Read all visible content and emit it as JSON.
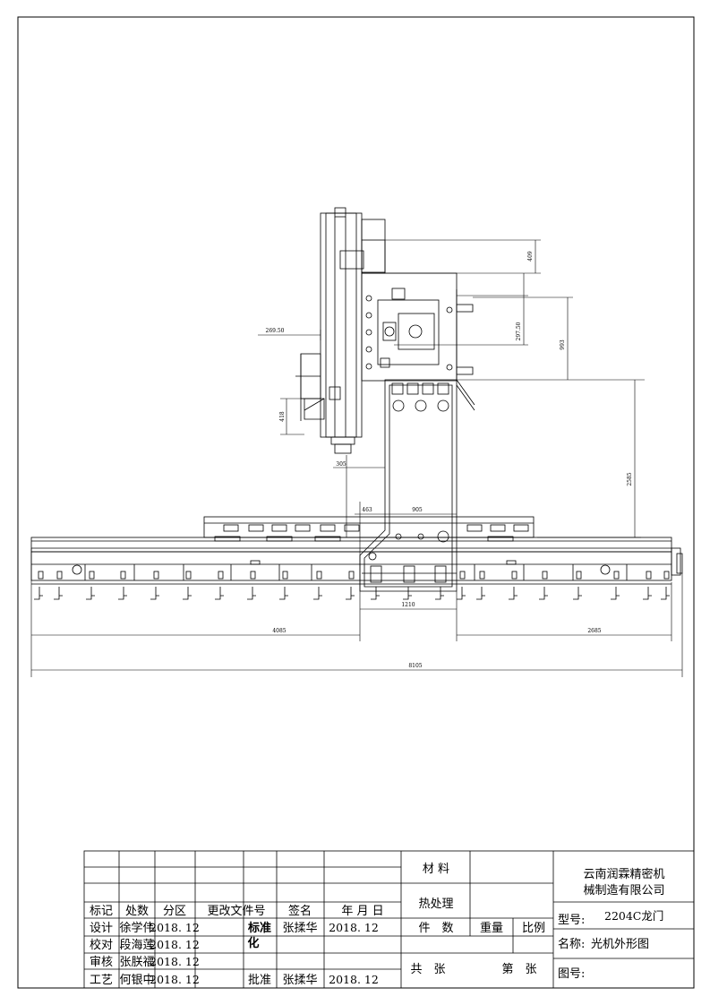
{
  "drawing": {
    "dimensions": {
      "d409": "409",
      "d297_50": "297.50",
      "d993": "993",
      "d2585": "2585",
      "d269_50": "269.50",
      "d418": "418",
      "d305": "305",
      "d463": "463",
      "d905": "905",
      "d1210": "1210",
      "d4085": "4085",
      "d2685": "2685",
      "d8105": "8105"
    }
  },
  "title_block": {
    "material_label": "材 料",
    "heat_label": "热处理",
    "count_label": "件　数",
    "weight_label": "重量",
    "scale_label": "比例",
    "total_label": "共　张",
    "sheet_label": "第　张",
    "company_line1": "云南润霖精密机",
    "company_line2": "械制造有限公司",
    "model_label": "型号:",
    "model_value": "2204C龙门",
    "name_label": "名称:",
    "name_value": "光机外形图",
    "drawing_no_label": "图号:",
    "revision_headers": [
      "标记",
      "处数",
      "分区",
      "更改文件号",
      "签名",
      "年 月 日"
    ],
    "rows": [
      {
        "role": "设计",
        "name": "徐学伟",
        "date": "2018. 12",
        "role2": "标准",
        "name2": "张揉华",
        "date2": "2018. 12"
      },
      {
        "role": "校对",
        "name": "段海莲",
        "date": "2018. 12",
        "role2": "化",
        "name2": "",
        "date2": ""
      },
      {
        "role": "审核",
        "name": "张朕福",
        "date": "2018. 12",
        "role2": "",
        "name2": "",
        "date2": ""
      },
      {
        "role": "工艺",
        "name": "何银中",
        "date": "2018. 12",
        "role2": "批准",
        "name2": "张揉华",
        "date2": "2018. 12"
      }
    ]
  }
}
